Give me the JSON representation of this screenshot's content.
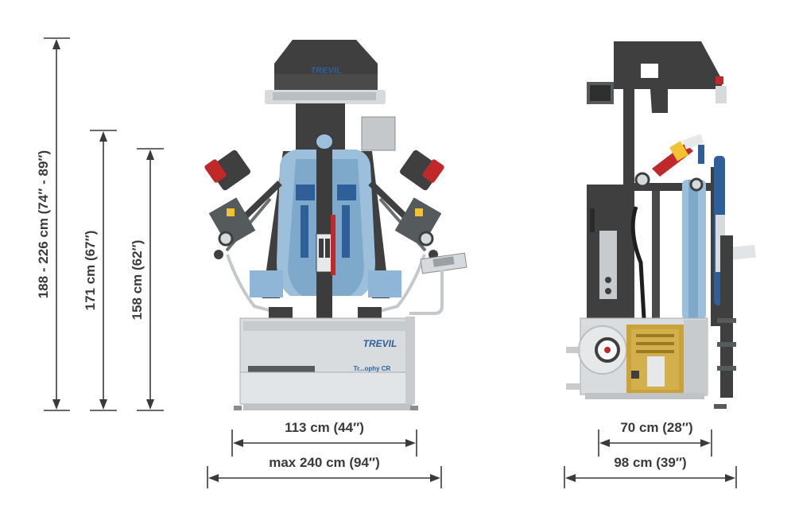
{
  "brand": "TREVIL",
  "model_label": "Tr...ophy CR",
  "colors": {
    "dark": "#3a3a3a",
    "machine_dark": "#3f3f3f",
    "machine_grey": "#cfd3d6",
    "blue": "#2f5f98",
    "light_blue": "#9cc0dc",
    "red": "#c0282a",
    "yellow": "#f2c230",
    "gold": "#c9a23a"
  },
  "dimensions": {
    "height_range": "188 - 226 cm (74″ - 89″)",
    "height_171": "171 cm (67″)",
    "height_158": "158 cm (62″)",
    "front_width": "113 cm (44″)",
    "front_max_width": "max 240 cm (94″)",
    "side_depth_70": "70 cm (28″)",
    "side_depth_98": "98 cm (39″)"
  }
}
